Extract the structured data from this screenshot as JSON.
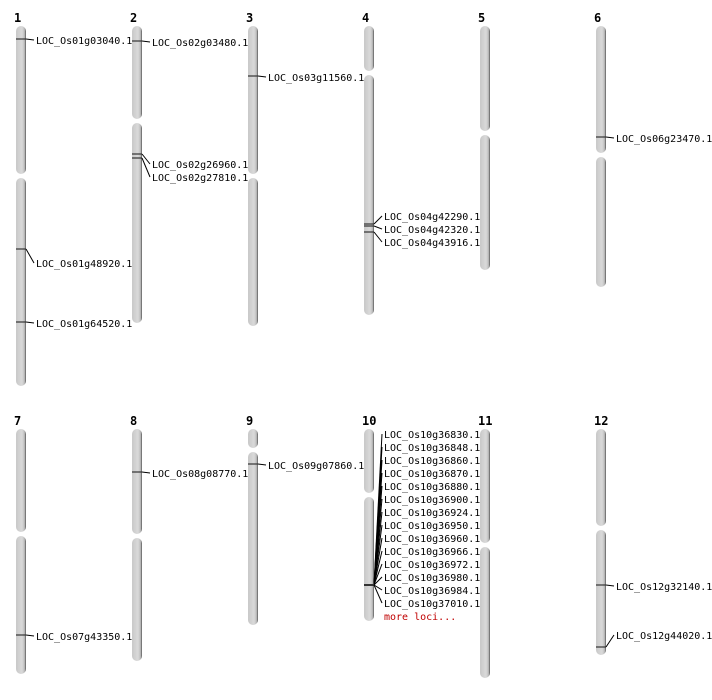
{
  "chromosomes": [
    {
      "name": "1",
      "loci": [
        "LOC_Os01g03040.1",
        "LOC_Os01g48920.1",
        "LOC_Os01g64520.1"
      ]
    },
    {
      "name": "2",
      "loci": [
        "LOC_Os02g03480.1",
        "LOC_Os02g26960.1",
        "LOC_Os02g27810.1"
      ]
    },
    {
      "name": "3",
      "loci": [
        "LOC_Os03g11560.1"
      ]
    },
    {
      "name": "4",
      "loci": [
        "LOC_Os04g42290.1",
        "LOC_Os04g42320.1",
        "LOC_Os04g43916.1"
      ]
    },
    {
      "name": "5",
      "loci": []
    },
    {
      "name": "6",
      "loci": [
        "LOC_Os06g23470.1"
      ]
    },
    {
      "name": "7",
      "loci": [
        "LOC_Os07g43350.1"
      ]
    },
    {
      "name": "8",
      "loci": [
        "LOC_Os08g08770.1"
      ]
    },
    {
      "name": "9",
      "loci": [
        "LOC_Os09g07860.1"
      ]
    },
    {
      "name": "10",
      "loci": [
        "LOC_Os10g36830.1",
        "LOC_Os10g36848.1",
        "LOC_Os10g36860.1",
        "LOC_Os10g36870.1",
        "LOC_Os10g36880.1",
        "LOC_Os10g36900.1",
        "LOC_Os10g36924.1",
        "LOC_Os10g36950.1",
        "LOC_Os10g36960.1",
        "LOC_Os10g36966.1",
        "LOC_Os10g36972.1",
        "LOC_Os10g36980.1",
        "LOC_Os10g36984.1",
        "LOC_Os10g37010.1"
      ],
      "more": "more loci..."
    },
    {
      "name": "11",
      "loci": []
    },
    {
      "name": "12",
      "loci": [
        "LOC_Os12g32140.1",
        "LOC_Os12g44020.1"
      ]
    }
  ],
  "colors": {
    "chromosome": "#d4d4d4",
    "more_link": "#c00000"
  }
}
